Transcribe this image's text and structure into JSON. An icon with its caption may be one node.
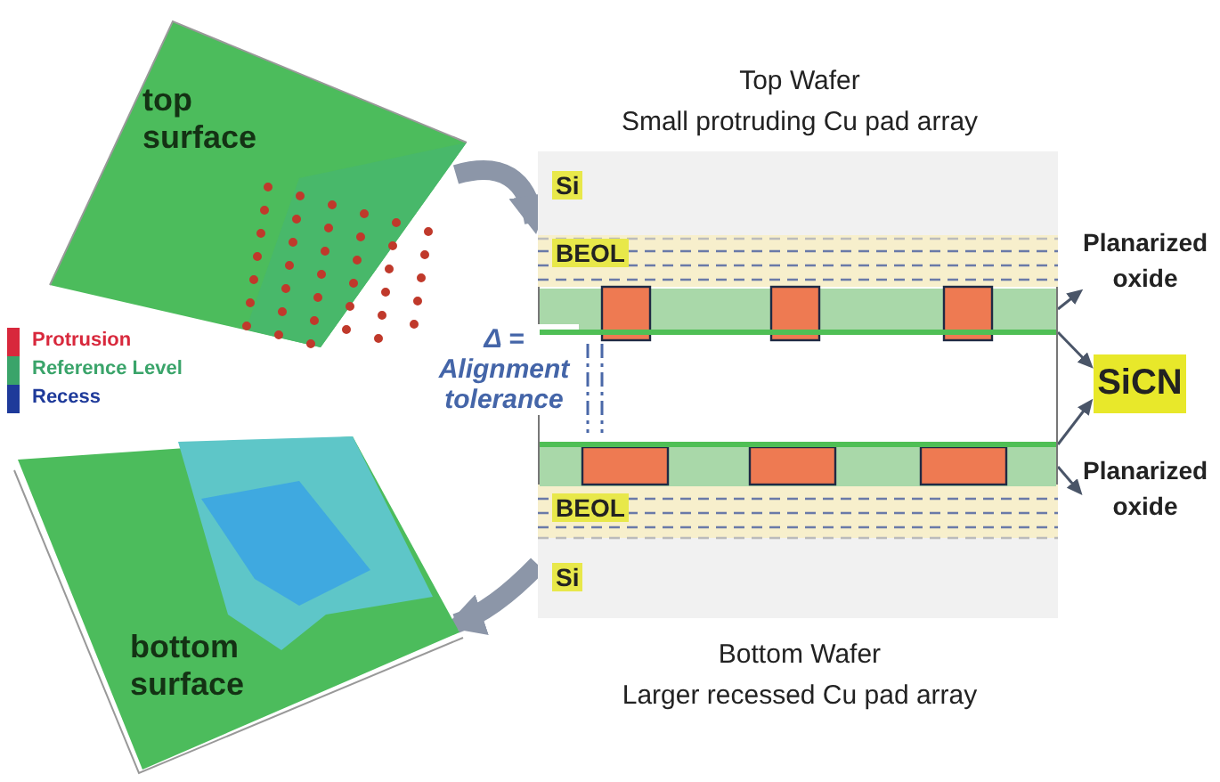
{
  "diagram": {
    "nodes": [
      {
        "text": [
          "top surface"
        ]
      },
      {
        "text": [
          "bottom surface"
        ]
      },
      {
        "text": [
          "Top Wafer Small protruding Cu pad array",
          "Bottom Wafer Larger recessed Cu pad array"
        ]
      },
      {
        "text": [],
        "shape": "bar",
        "in": 2
      },
      {
        "text": [],
        "shape": "bar",
        "in": 2
      },
      {
        "text": [],
        "shape": "bar",
        "in": 2
      },
      {
        "text": [],
        "shape": "bar",
        "in": 2
      },
      {
        "text": [
          "Planarized oxide"
        ]
      },
      {
        "text": [
          "SiCN"
        ]
      },
      {
        "text": [
          "Planarized oxide"
        ]
      }
    ],
    "edges": [
      {
        "from": 0,
        "to": 2,
        "arrow": "to",
        "style": "thick",
        "color": "#8c96a8"
      },
      {
        "from": 2,
        "to": 1,
        "arrow": "to",
        "style": "thick",
        "color": "#8c96a8"
      },
      {
        "from": 3,
        "to": 7,
        "arrow": "to"
      },
      {
        "from": 4,
        "to": 8,
        "arrow": "to"
      },
      {
        "from": 5,
        "to": 8,
        "arrow": "to"
      },
      {
        "from": 6,
        "to": 9,
        "arrow": "to"
      }
    ],
    "labels": [
      "Si",
      "BEOL",
      "Δ = Alignment tolerance",
      "BEOL",
      "Si"
    ],
    "legend": [
      {
        "text": "Protrusion",
        "color": "#d8283c"
      },
      {
        "text": "Reference Level",
        "color": "#3aa46a"
      },
      {
        "text": "Recess",
        "color": "#1e3a9a"
      }
    ]
  }
}
